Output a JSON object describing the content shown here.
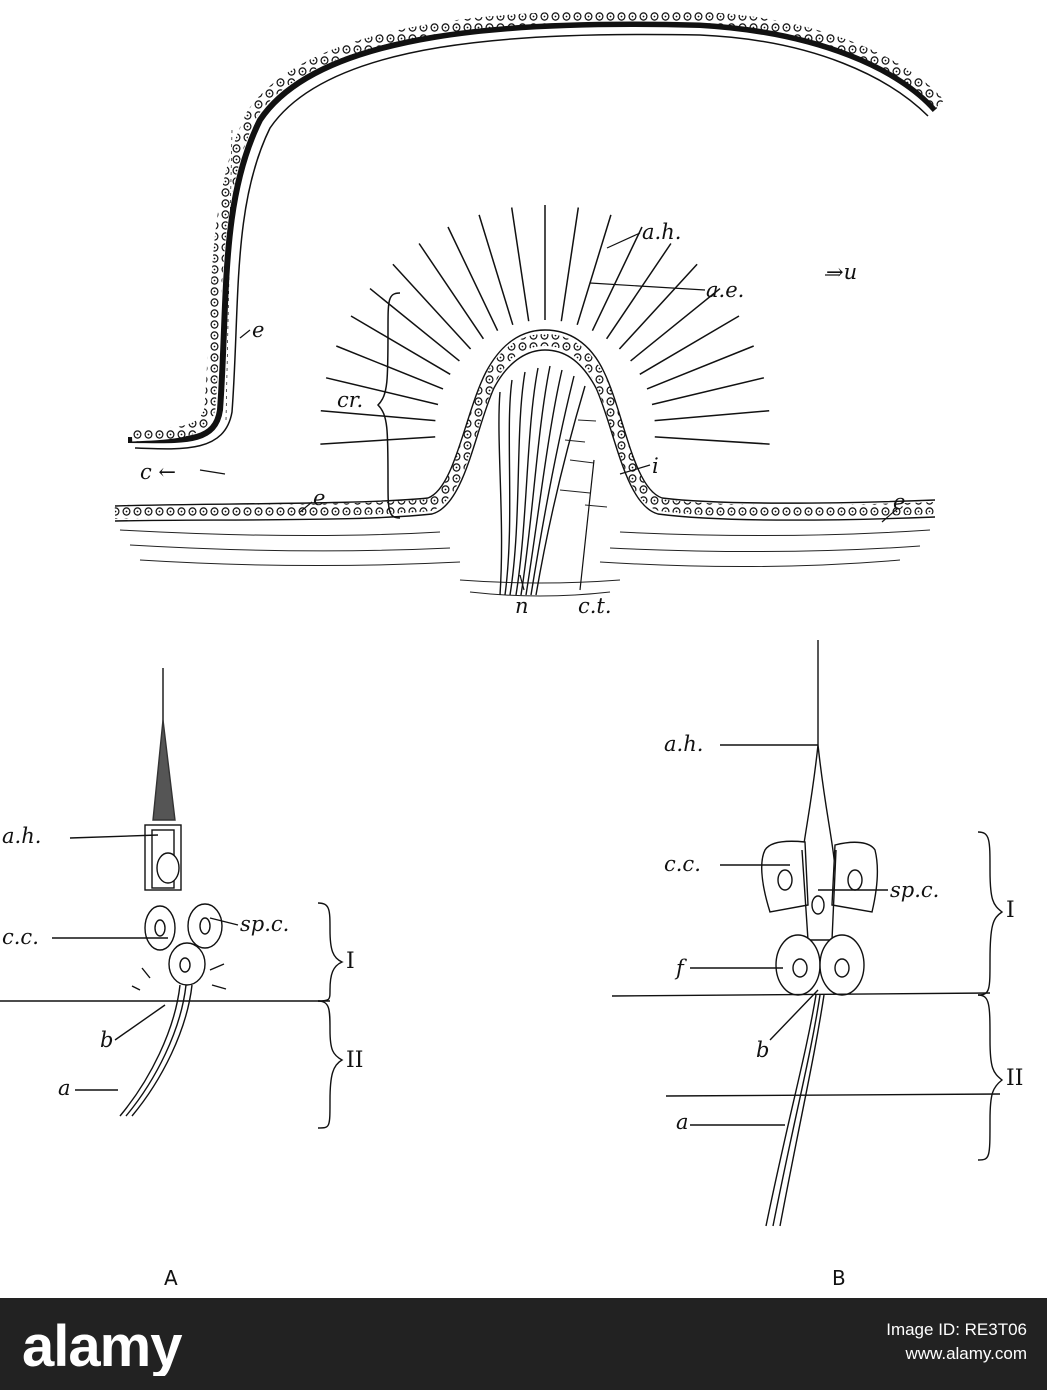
{
  "figure": {
    "top_labels": {
      "ah": "a.h.",
      "ae": "a.e.",
      "u": "→u",
      "e1": "e",
      "e2": "e",
      "e3": "e",
      "cr": "cr.",
      "i": "i",
      "c": "c ←",
      "n": "n",
      "ct": "c.t."
    },
    "panel_a": {
      "ah": "a.h.",
      "cc": "c.c.",
      "spc": "sp.c.",
      "b": "b",
      "a": "a",
      "I": "I",
      "II": "II",
      "caption": "A"
    },
    "panel_b": {
      "ah": "a.h.",
      "cc": "c.c.",
      "spc": "sp.c.",
      "f": "f",
      "b": "b",
      "a": "a",
      "I": "I",
      "II": "II",
      "caption": "B"
    }
  },
  "footer": {
    "logo_text": "alamy",
    "image_id_line": "Image ID: RE3T06",
    "site_line": "www.alamy.com",
    "background": "#222222",
    "logo_color": "#ffffff"
  }
}
